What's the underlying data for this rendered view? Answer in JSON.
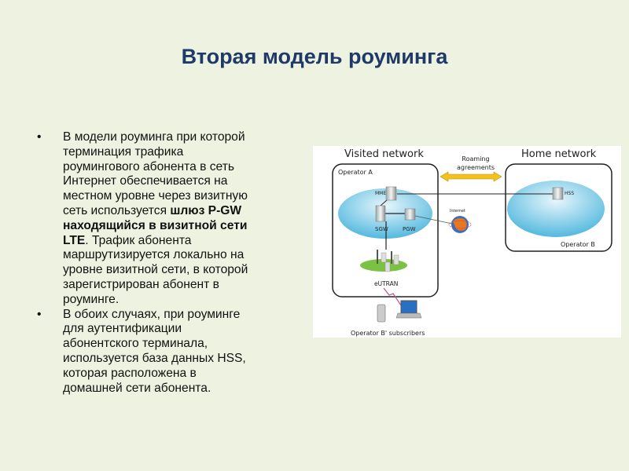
{
  "slide": {
    "title": "Вторая модель роуминга",
    "bullets": [
      {
        "lines_before": [
          "В модели роуминга при которой",
          "терминация трафика",
          "роумингового абонента в сеть",
          "Интернет обеспечивается на",
          "местном уровне через визитную"
        ],
        "mixed_line_plain": "сеть используется ",
        "mixed_line_bold": "шлюз P-GW",
        "bold_line": "находящийся в визитной сети",
        "bold_start": "LTE",
        "after_bold": ". Трафик абонента",
        "lines_after": [
          "маршрутизируется локально на",
          "уровне визитной сети, в которой",
          "зарегистрирован абонент в",
          "роуминге."
        ]
      },
      {
        "lines": [
          "В обоих случаях, при роуминге",
          "для аутентификации",
          "абонентского терминала,",
          "используется база данных HSS,",
          "которая расположена в",
          "домашней сети абонента."
        ]
      }
    ],
    "bullet_char": "•"
  },
  "diagram": {
    "visited_network": "Visited network",
    "home_network": "Home network",
    "roaming_line1": "Roaming",
    "roaming_line2": "agreements",
    "operator_a": "Operator A",
    "operator_b": "Operator B",
    "mme": "MME",
    "sgw": "SGW",
    "pgw": "PGW",
    "hss": "HSS",
    "internet": "Internet",
    "eutran": "eUTRAN",
    "subscribers": "Operator B' subscribers"
  }
}
